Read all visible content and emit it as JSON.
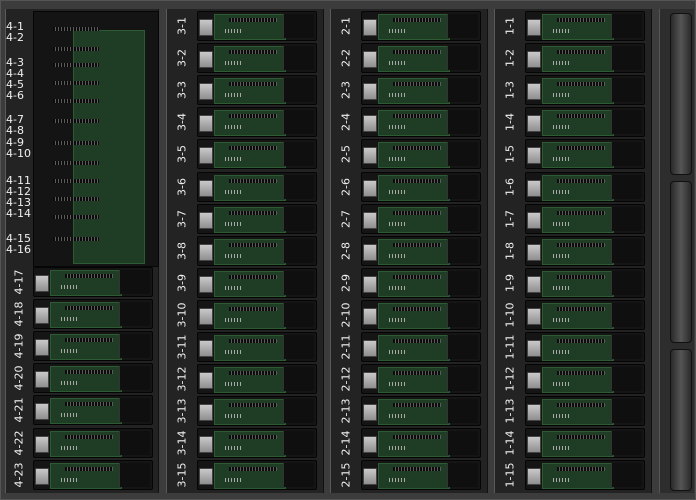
{
  "chassis": {
    "columns": [
      {
        "id": "4",
        "slots": [
          "4-17",
          "4-18",
          "4-19",
          "4-20",
          "4-21",
          "4-22",
          "4-23"
        ]
      },
      {
        "id": "3",
        "slots": [
          "3-1",
          "3-2",
          "3-3",
          "3-4",
          "3-5",
          "3-6",
          "3-7",
          "3-8",
          "3-9",
          "3-10",
          "3-11",
          "3-12",
          "3-13",
          "3-14",
          "3-15"
        ]
      },
      {
        "id": "2",
        "slots": [
          "2-1",
          "2-2",
          "2-3",
          "2-4",
          "2-5",
          "2-6",
          "2-7",
          "2-8",
          "2-9",
          "2-10",
          "2-11",
          "2-12",
          "2-13",
          "2-14",
          "2-15"
        ]
      },
      {
        "id": "1",
        "slots": [
          "1-1",
          "1-2",
          "1-3",
          "1-4",
          "1-5",
          "1-6",
          "1-7",
          "1-8",
          "1-9",
          "1-10",
          "1-11",
          "1-12",
          "1-13",
          "1-14",
          "1-15"
        ]
      }
    ],
    "tall_card_labels": [
      "4-1",
      "4-2",
      "4-3",
      "4-4",
      "4-5",
      "4-6",
      "4-7",
      "4-8",
      "4-9",
      "4-10",
      "4-11",
      "4-12",
      "4-13",
      "4-14",
      "4-15",
      "4-16"
    ],
    "fans": 3
  },
  "colors": {
    "pcb": "#1f3d24",
    "latch": "#c9c9c9",
    "chassis": "#3c3c3c"
  }
}
